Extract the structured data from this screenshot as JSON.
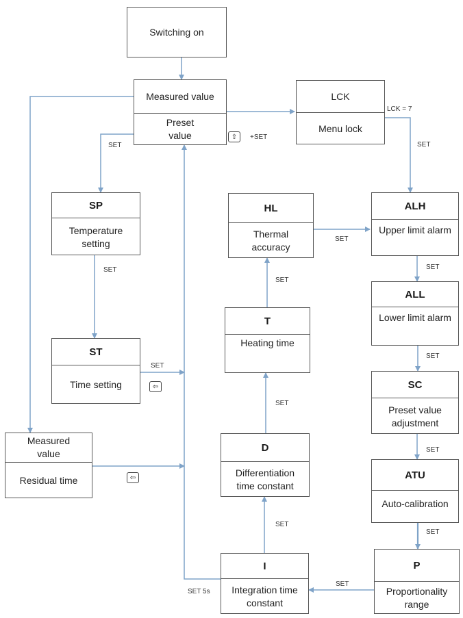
{
  "colors": {
    "connector": "#7fa3c8",
    "border": "#555555",
    "text": "#222222"
  },
  "nodes": {
    "switching_on": {
      "text": "Switching on"
    },
    "measured": {
      "top": "Measured value",
      "bottom": "Preset value"
    },
    "lck": {
      "code": "LCK",
      "desc": "Menu lock"
    },
    "sp": {
      "code": "SP",
      "desc": "Temperature setting"
    },
    "st": {
      "code": "ST",
      "desc": "Time setting"
    },
    "measured_residual": {
      "top": "Measured value",
      "bottom": "Residual time"
    },
    "hl": {
      "code": "HL",
      "desc": "Thermal accuracy"
    },
    "t": {
      "code": "T",
      "desc": "Heating time"
    },
    "d": {
      "code": "D",
      "desc": "Differentiation time constant"
    },
    "i": {
      "code": "I",
      "desc": "Integration time constant"
    },
    "alh": {
      "code": "ALH",
      "desc": "Upper limit alarm"
    },
    "all": {
      "code": "ALL",
      "desc": "Lower limit alarm"
    },
    "sc": {
      "code": "SC",
      "desc": "Preset value adjustment"
    },
    "atu": {
      "code": "ATU",
      "desc": "Auto-calibration"
    },
    "p": {
      "code": "P",
      "desc": "Proportionality range"
    }
  },
  "edge_labels": {
    "plus_set": "+SET",
    "lck_eq": "LCK = 7",
    "lck_alh": "SET",
    "measured_sp": "SET",
    "sp_st": "SET",
    "st_main": "SET",
    "hl_alh": "SET",
    "t_hl": "SET",
    "d_t": "SET",
    "i_d": "SET",
    "alh_all": "SET",
    "all_sc": "SET",
    "sc_atu": "SET",
    "atu_p": "SET",
    "p_i": "SET",
    "i_return": "SET 5s"
  },
  "keys": {
    "up_key": "⇧",
    "back_key_st": "⇦",
    "back_key_residual": "⇦"
  }
}
